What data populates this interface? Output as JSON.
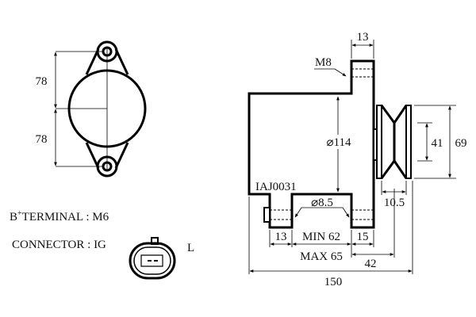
{
  "front_view": {
    "dim_upper": "78",
    "dim_lower": "78"
  },
  "notes": {
    "terminal_label": "B",
    "terminal_sup": "+",
    "terminal_text": "TERMINAL : M6",
    "connector_text": "CONNECTOR : IG",
    "connector_pin_l": "L"
  },
  "side_view": {
    "part_number": "IAJ0031",
    "thread": "M8",
    "lug_width_top": "13",
    "body_diameter": "⌀114",
    "hole_diameter": "⌀8.5",
    "lug_left": "13",
    "lug_gap_min": "MIN 62",
    "lug_gap_max": "MAX 65",
    "lug_right": "15",
    "pulley_offset": "42",
    "belt_width": "10.5",
    "overall_length": "150",
    "pulley_inner": "41",
    "pulley_outer": "69"
  }
}
